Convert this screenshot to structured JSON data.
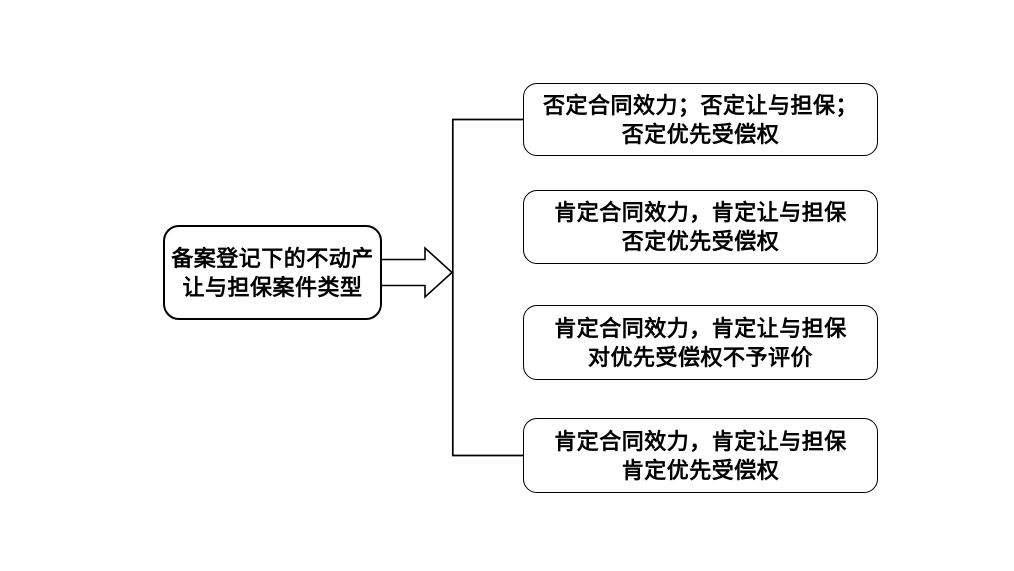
{
  "diagram": {
    "root": {
      "line1": "备案登记下的不动产",
      "line2": "让与担保案件类型"
    },
    "branches": [
      {
        "line1": "否定合同效力；否定让与担保；",
        "line2": "否定优先受偿权"
      },
      {
        "line1": "肯定合同效力，肯定让与担保",
        "line2": "否定优先受偿权"
      },
      {
        "line1": "肯定合同效力，肯定让与担保",
        "line2": "对优先受偿权不予评价"
      },
      {
        "line1": "肯定合同效力，肯定让与担保",
        "line2": "肯定优先受偿权"
      }
    ],
    "colors": {
      "line": "#000000",
      "text": "#000000",
      "background": "#ffffff"
    }
  }
}
